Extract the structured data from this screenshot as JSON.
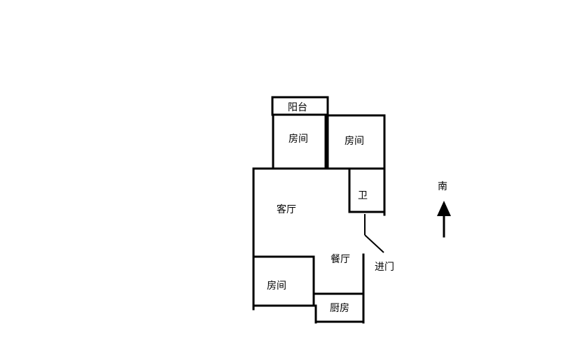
{
  "rooms": {
    "balcony": "阳台",
    "bedroom_top_left": "房间",
    "bedroom_top_right": "房间",
    "bathroom": "卫",
    "living_room": "客厅",
    "dining_room": "餐厅",
    "bedroom_bottom_left": "房间",
    "kitchen": "厨房"
  },
  "entrance": "进门",
  "compass": {
    "label": "南",
    "direction": "up"
  },
  "colors": {
    "wall": "#000000",
    "background": "#ffffff"
  }
}
